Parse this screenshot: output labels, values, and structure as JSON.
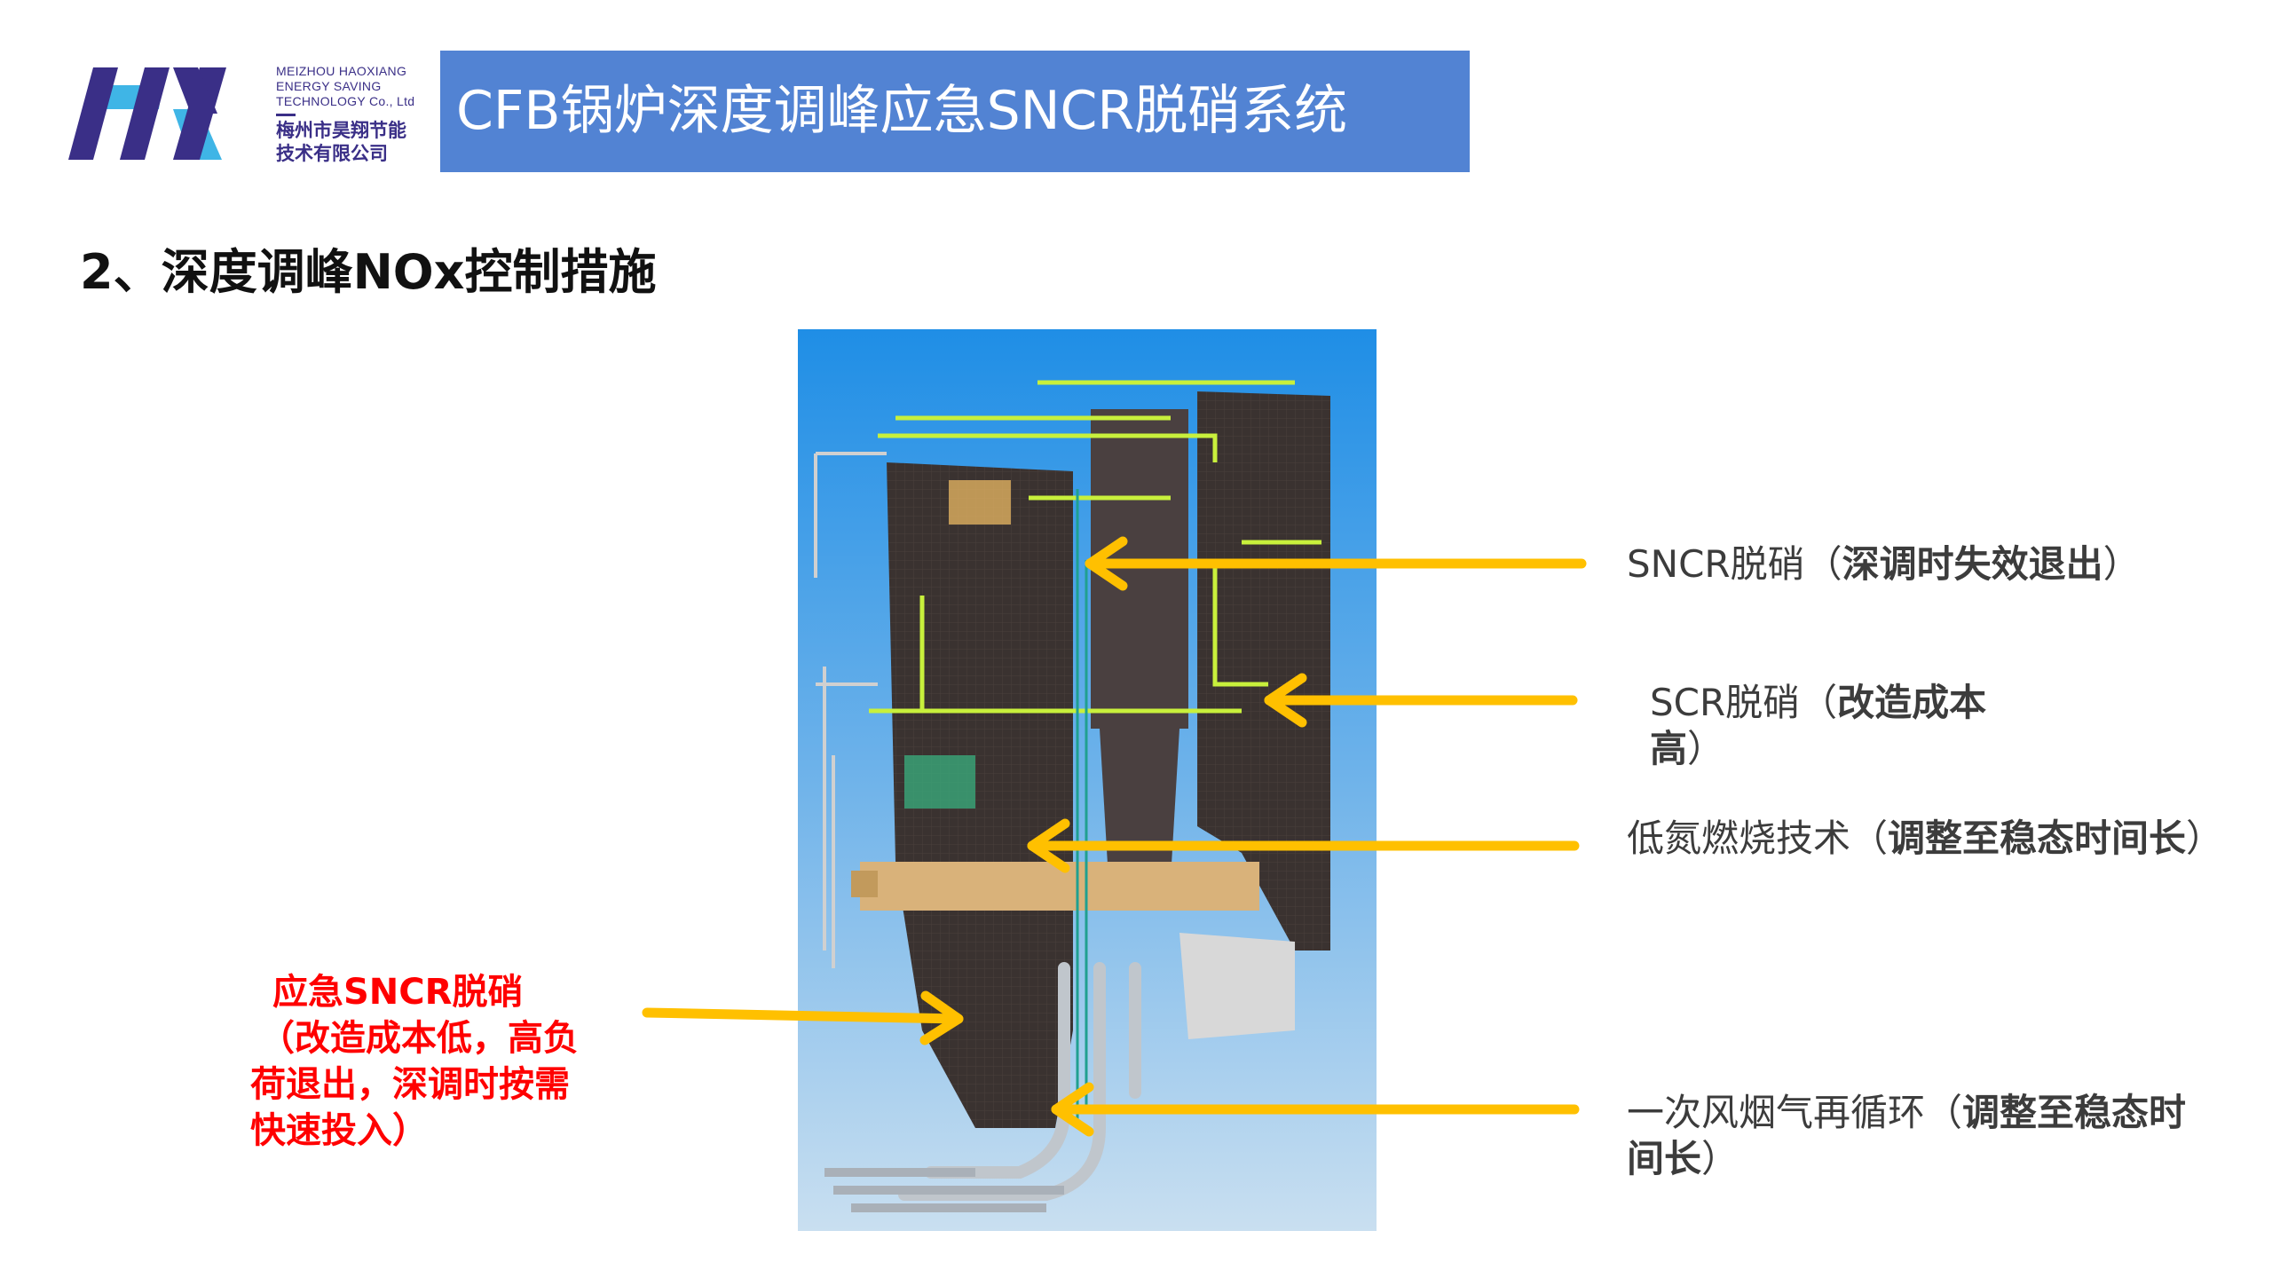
{
  "logo": {
    "en_lines": [
      "MEIZHOU HAOXIANG",
      "ENERGY SAVING",
      "TECHNOLOGY Co., Ltd"
    ],
    "cn_lines": [
      "梅州市昊翔节能",
      "技术有限公司"
    ]
  },
  "header": {
    "title": "CFB锅炉深度调峰应急SNCR脱硝系统"
  },
  "subtitle": "2、深度调峰NOx控制措施",
  "labels": {
    "sncr": {
      "normal": "SNCR脱硝（",
      "bold": "深调时失效退出",
      "end": "）"
    },
    "scr": {
      "normal": "SCR脱硝（",
      "bold1": "改造成本",
      "bold2": "高",
      "end": "）"
    },
    "low_nox": {
      "normal": "低氮燃烧技术（",
      "bold": "调整至稳态时间长",
      "end": "）"
    },
    "fgr": {
      "normal": "一次风烟气再循环（",
      "bold1": "调整至稳态时",
      "bold2": "间长",
      "end": "）"
    },
    "emergency": [
      "应急SNCR脱硝",
      "（改造成本低，高负",
      "荷退出，深调时按需",
      "快速投入）"
    ]
  },
  "colors": {
    "title_bar": "#5283d3",
    "arrow": "#ffc000",
    "emphasis": "#ff0000",
    "logo_dark": "#3a2f87",
    "logo_light": "#3fb5e6"
  }
}
